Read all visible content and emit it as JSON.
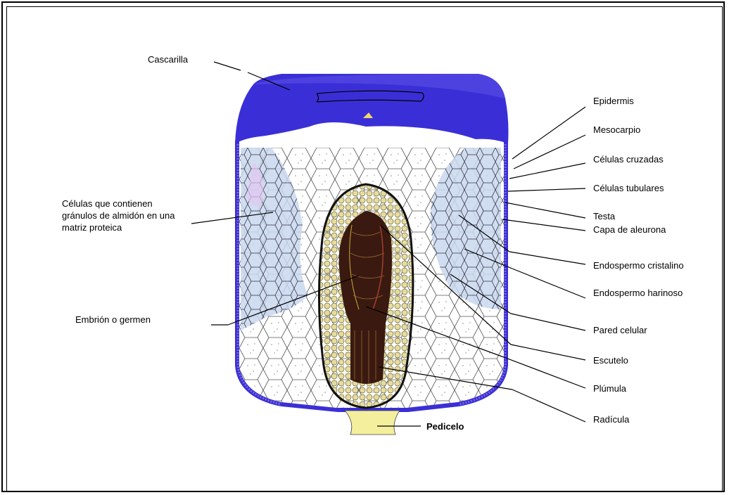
{
  "labels": {
    "cascarilla": "Cascarilla",
    "celulas_que": "Células que contienen gránulos de almidón en una matriz proteica",
    "embrion": "Embrión o germen",
    "pedicelo": "Pedicelo",
    "epidermis": "Epidermis",
    "mesocarpio": "Mesocarpio",
    "celulas_cruzadas": "Células cruzadas",
    "celulas_tubulares": "Células tubulares",
    "testa": "Testa",
    "capa_aleurona": "Capa de aleurona",
    "endospermo_cristalino": "Endospermo cristalino",
    "endospermo_harinoso": "Endospermo harinoso",
    "pared_celular": "Pared celular",
    "escutelo": "Escutelo",
    "plumula": "Plúmula",
    "radicula": "Radícula"
  },
  "colors": {
    "pericarp": "#3a2fd6",
    "cap_dark": "#2a1fb0",
    "endosperm": "#ffffff",
    "horny_endosperm": "#c9d8ee",
    "germ_fill": "#d8cf8e",
    "embryo": "#3a1a10",
    "pedicel": "#f3ef9c"
  }
}
